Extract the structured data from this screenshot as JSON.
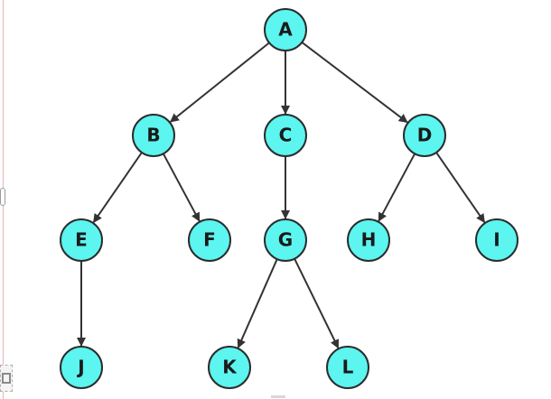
{
  "diagram": {
    "node_fill": "#5cf5f0",
    "node_stroke": "#2c2c2c",
    "edge_color": "#333333",
    "nodes": [
      {
        "id": "A",
        "label": "A"
      },
      {
        "id": "B",
        "label": "B"
      },
      {
        "id": "C",
        "label": "C"
      },
      {
        "id": "D",
        "label": "D"
      },
      {
        "id": "E",
        "label": "E"
      },
      {
        "id": "F",
        "label": "F"
      },
      {
        "id": "G",
        "label": "G"
      },
      {
        "id": "H",
        "label": "H"
      },
      {
        "id": "I",
        "label": "I"
      },
      {
        "id": "J",
        "label": "J"
      },
      {
        "id": "K",
        "label": "K"
      },
      {
        "id": "L",
        "label": "L"
      }
    ],
    "edges": [
      {
        "from": "A",
        "to": "B"
      },
      {
        "from": "A",
        "to": "C"
      },
      {
        "from": "A",
        "to": "D"
      },
      {
        "from": "B",
        "to": "E"
      },
      {
        "from": "B",
        "to": "F"
      },
      {
        "from": "C",
        "to": "G"
      },
      {
        "from": "D",
        "to": "H"
      },
      {
        "from": "D",
        "to": "I"
      },
      {
        "from": "E",
        "to": "J"
      },
      {
        "from": "G",
        "to": "K"
      },
      {
        "from": "G",
        "to": "L"
      }
    ]
  }
}
